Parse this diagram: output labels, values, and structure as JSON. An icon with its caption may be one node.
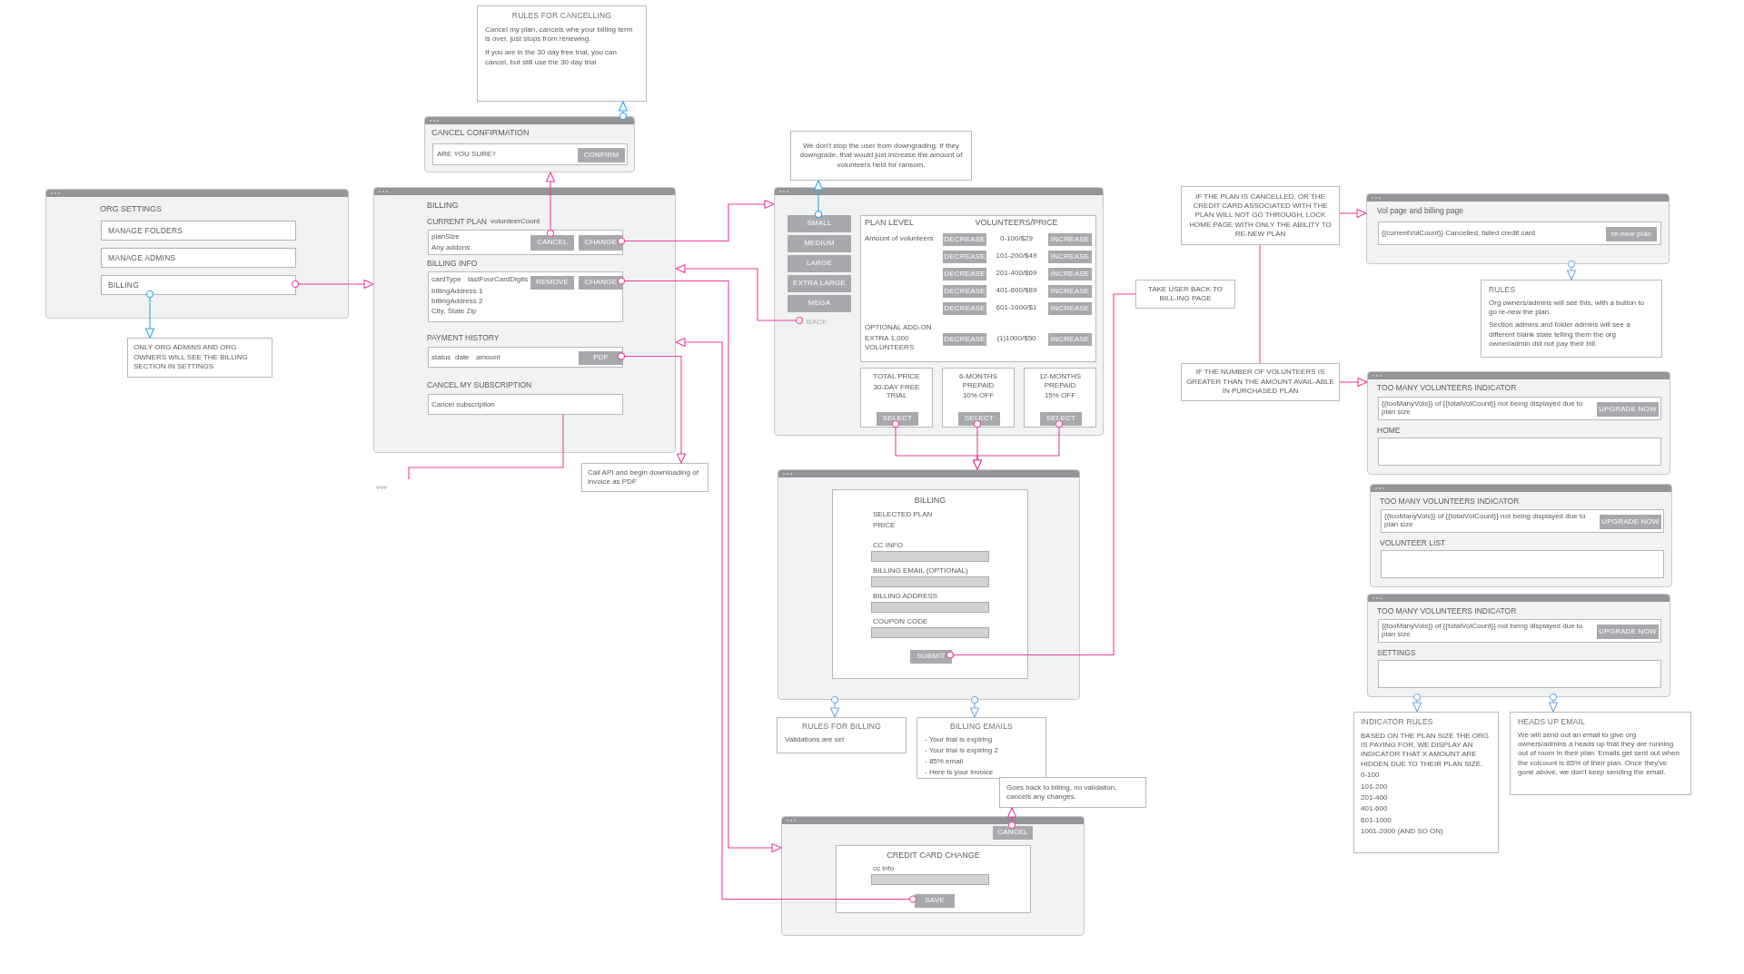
{
  "diagram": {
    "nodes": [
      {
        "text": [
          "RULES FOR CANCELLING",
          "Cancel my plan, cancels whe your billing term is over. just stops from renewing.",
          "If you are in the 30 day free trial, you can cancel, but still use the 30 day trial"
        ]
      },
      {
        "text": [
          "CANCEL CONFIRMATION"
        ]
      },
      {
        "text": [
          "ARE YOU SURE?"
        ],
        "in": 1
      },
      {
        "text": [
          "CONFIRM"
        ],
        "in": 2
      },
      {
        "text": [
          "We don't stop the user from downgrading. If they downgrade, that would just increase the amount of volunteers held for ransom."
        ]
      },
      {
        "text": [
          "ORG SETTINGS"
        ]
      },
      {
        "text": [
          "MANAGE FOLDERS"
        ],
        "in": 5
      },
      {
        "text": [
          "MANAGE ADMINS"
        ],
        "in": 5
      },
      {
        "text": [
          "BILLING"
        ],
        "in": 5
      },
      {
        "text": [
          "ONLY ORG ADMINS AND ORG OWNERS WILL SEE THE BILLING SECTION IN SETTINGS"
        ]
      },
      {
        "text": [
          "BILLING",
          "CURRENT PLAN",
          "volunteerCount",
          "BILLING INFO",
          "PAYMENT HISTORY",
          "CANCEL MY SUBSCRIPTION"
        ]
      },
      {
        "text": [
          "planSize",
          "Any addons"
        ],
        "in": 10
      },
      {
        "text": [
          "CANCEL"
        ],
        "in": 11
      },
      {
        "text": [
          "CHANGE"
        ],
        "in": 11
      },
      {
        "text": [
          "cardType",
          "lastFourCardDigits",
          "billingAddress 1",
          "billingAddress 2",
          "City, State Zip"
        ],
        "in": 10
      },
      {
        "text": [
          "REMOVE"
        ],
        "in": 14
      },
      {
        "text": [
          "CHANGE"
        ],
        "in": 14
      },
      {
        "text": [
          "status",
          "date",
          "amount"
        ],
        "in": 10
      },
      {
        "text": [
          "PDF"
        ],
        "in": 17
      },
      {
        "text": [
          "Cancel subscription"
        ],
        "in": 10
      },
      {
        "text": [
          "Call API and begin downloading of invoice as PDF"
        ]
      },
      {
        "text": [],
        "shape": "box"
      },
      {
        "text": [
          "SMALL"
        ],
        "in": 21
      },
      {
        "text": [
          "MEDIUM"
        ],
        "in": 21
      },
      {
        "text": [
          "LARGE"
        ],
        "in": 21
      },
      {
        "text": [
          "EXTRA LARGE"
        ],
        "in": 21
      },
      {
        "text": [
          "MEGA"
        ],
        "in": 21
      },
      {
        "text": [
          "BACK"
        ],
        "in": 21
      },
      {
        "text": [
          "PLAN LEVEL",
          "VOLUNTEERS/PRICE",
          "Amount of volunteers",
          "0-100/$29",
          "101-200/$49",
          "201-400/$69",
          "401-600/$89",
          "601-1000/$1",
          "OPTIONAL ADD-ON",
          "EXTRA 1,000 VOLUNTEERS",
          "(1)1000/$50"
        ],
        "in": 21
      },
      {
        "text": [
          "DECREASE"
        ],
        "in": 28
      },
      {
        "text": [
          "INCREASE"
        ],
        "in": 28
      },
      {
        "text": [
          "DECREASE"
        ],
        "in": 28
      },
      {
        "text": [
          "INCREASE"
        ],
        "in": 28
      },
      {
        "text": [
          "DECREASE"
        ],
        "in": 28
      },
      {
        "text": [
          "INCREASE"
        ],
        "in": 28
      },
      {
        "text": [
          "DECREASE"
        ],
        "in": 28
      },
      {
        "text": [
          "INCREASE"
        ],
        "in": 28
      },
      {
        "text": [
          "DECREASE"
        ],
        "in": 28
      },
      {
        "text": [
          "INCREASE"
        ],
        "in": 28
      },
      {
        "text": [
          "DECREASE"
        ],
        "in": 28
      },
      {
        "text": [
          "INCREASE"
        ],
        "in": 28
      },
      {
        "text": [
          "TOTAL PRICE",
          "30-DAY FREE TRIAL"
        ],
        "in": 21
      },
      {
        "text": [
          "SELECT"
        ],
        "in": 41
      },
      {
        "text": [
          "6-MONTHS PREPAID",
          "10% OFF"
        ],
        "in": 21
      },
      {
        "text": [
          "SELECT"
        ],
        "in": 43
      },
      {
        "text": [
          "12-MONTHS PREPAID",
          "15% OFF"
        ],
        "in": 21
      },
      {
        "text": [
          "SELECT"
        ],
        "in": 45
      },
      {
        "text": [
          "TAKE USER BACK TO BILL-ING PAGE"
        ]
      },
      {
        "text": [
          "IF THE PLAN IS CANCELLED, OR THE CREDIT CARD ASSOCIATED WITH THE PLAN WILL NOT GO THROUGH, LOCK HOME PAGE WITH ONLY THE ABILITY TO RE-NEW PLAN"
        ]
      },
      {
        "text": [
          "Vol page and billing page"
        ]
      },
      {
        "text": [
          "{{currentVolCount}} Cancelled, failed credit card"
        ],
        "in": 49
      },
      {
        "text": [
          "re-new plan"
        ],
        "in": 50
      },
      {
        "text": [
          "RULES",
          "Org owners/admins will see this, with a button to go re-new the plan.",
          "Section admins and folder admins will see a different blank state telling them the org owner/admin did not pay their bill."
        ]
      },
      {
        "text": [
          "IF THE NUMBER OF VOLUNTEERS IS GREATER THAN THE AMOUNT AVAIL-ABLE IN PURCHASED PLAN"
        ]
      },
      {
        "text": [
          "TOO MANY VOLUNTEERS INDICATOR",
          "HOME"
        ]
      },
      {
        "text": [
          "{{tooManyVols}} of {{totalVolCount}} not being displayed due to plan size"
        ],
        "in": 54
      },
      {
        "text": [
          "UPGRADE NOW"
        ],
        "in": 55
      },
      {
        "text": [],
        "shape": "box",
        "in": 54
      },
      {
        "text": [],
        "shape": "box"
      },
      {
        "text": [
          "BILLING",
          "SELECTED PLAN",
          "PRICE",
          "CC INFO",
          "BILLING EMAIL (OPTIONAL)",
          "BILLING ADDRESS",
          "COUPON CODE"
        ],
        "in": 58
      },
      {
        "text": [
          "SUBMIT"
        ],
        "in": 59
      },
      {
        "text": [
          "RULES FOR BILLING",
          "Validations are set"
        ]
      },
      {
        "text": [
          "BILLING EMAILS",
          "- Your trial is expiring",
          "- Your trial is expiring 2",
          "- 85% email",
          "- Here is your invoice"
        ]
      },
      {
        "text": [
          "TOO MANY VOLUNTEERS INDICATOR",
          "VOLUNTEER LIST"
        ]
      },
      {
        "text": [
          "{{tooManyVols}} of {{totalVolCount}} not being displayed due to plan size"
        ],
        "in": 63
      },
      {
        "text": [
          "UPGRADE NOW"
        ],
        "in": 64
      },
      {
        "text": [],
        "shape": "box",
        "in": 63
      },
      {
        "text": [
          "TOO MANY VOLUNTEERS INDICATOR",
          "SETTINGS"
        ]
      },
      {
        "text": [
          "{{tooManyVols}} of {{totalVolCount}} not being displayed due to plan size"
        ],
        "in": 67
      },
      {
        "text": [
          "UPGRADE NOW"
        ],
        "in": 68
      },
      {
        "text": [],
        "shape": "box",
        "in": 67
      },
      {
        "text": [
          "INDICATOR RULES",
          "BASED ON THE PLAN SIZE THE ORG IS PAYING FOR, WE DISPLAY AN INDICATOR THAT X AMOUNT ARE HIDDEN DUE TO THEIR PLAN SIZE.",
          "0-100",
          "101-200",
          "201-400",
          "401-600",
          "601-1000",
          "1001-2000 (AND SO ON)"
        ]
      },
      {
        "text": [
          "HEADS UP EMAIL",
          "We will send out an email to give org owners/admins a heads up that they are running out of room in their plan. Emails get sent out when the volcount is 85% of their plan. Once they've gone above, we don't keep sending the email."
        ]
      },
      {
        "text": [
          "Goes back to billing, no validaiton, cancels any changes."
        ]
      },
      {
        "text": [],
        "shape": "box"
      },
      {
        "text": [
          "CANCEL"
        ],
        "in": 74
      },
      {
        "text": [
          "CREDIT CARD CHANGE",
          "cc info"
        ],
        "in": 74
      },
      {
        "text": [
          "SAVE"
        ],
        "in": 76
      }
    ],
    "edges": [
      {
        "from": 8,
        "to": 10,
        "arrow": "to"
      },
      {
        "from": 8,
        "to": 9,
        "arrow": "to",
        "color": "#29abe2"
      },
      {
        "from": 12,
        "to": 1,
        "arrow": "to"
      },
      {
        "from": 1,
        "to": 0,
        "arrow": "to",
        "color": "#29abe2"
      },
      {
        "from": 13,
        "to": 21,
        "arrow": "to"
      },
      {
        "from": 16,
        "to": 74,
        "arrow": "to"
      },
      {
        "from": 27,
        "to": 10,
        "arrow": "to"
      },
      {
        "from": 18,
        "to": 20,
        "arrow": "to"
      },
      {
        "from": 19,
        "to": null,
        "arrow": "none"
      },
      {
        "from": 77,
        "to": 10,
        "arrow": "to"
      },
      {
        "from": 75,
        "to": 73,
        "arrow": "to"
      },
      {
        "from": 22,
        "to": 4,
        "arrow": "to",
        "color": "#29abe2"
      },
      {
        "from": 42,
        "to": 58,
        "arrow": "to"
      },
      {
        "from": 44,
        "to": 58,
        "arrow": "to"
      },
      {
        "from": 46,
        "to": 58,
        "arrow": "to"
      },
      {
        "from": 60,
        "to": 47,
        "arrow": "other"
      },
      {
        "from": 48,
        "to": 49,
        "arrow": "to"
      },
      {
        "from": 48,
        "to": 53,
        "arrow": "none"
      },
      {
        "from": 53,
        "to": 54,
        "arrow": "to"
      },
      {
        "from": 49,
        "to": 52,
        "arrow": "to",
        "color": "#6fa8dc"
      },
      {
        "from": 58,
        "to": 61,
        "arrow": "to",
        "color": "#6fa8dc"
      },
      {
        "from": 58,
        "to": 62,
        "arrow": "to",
        "color": "#6fa8dc"
      },
      {
        "from": 67,
        "to": 71,
        "arrow": "to",
        "color": "#6fa8dc"
      },
      {
        "from": 67,
        "to": 72,
        "arrow": "to",
        "color": "#6fa8dc"
      }
    ]
  }
}
